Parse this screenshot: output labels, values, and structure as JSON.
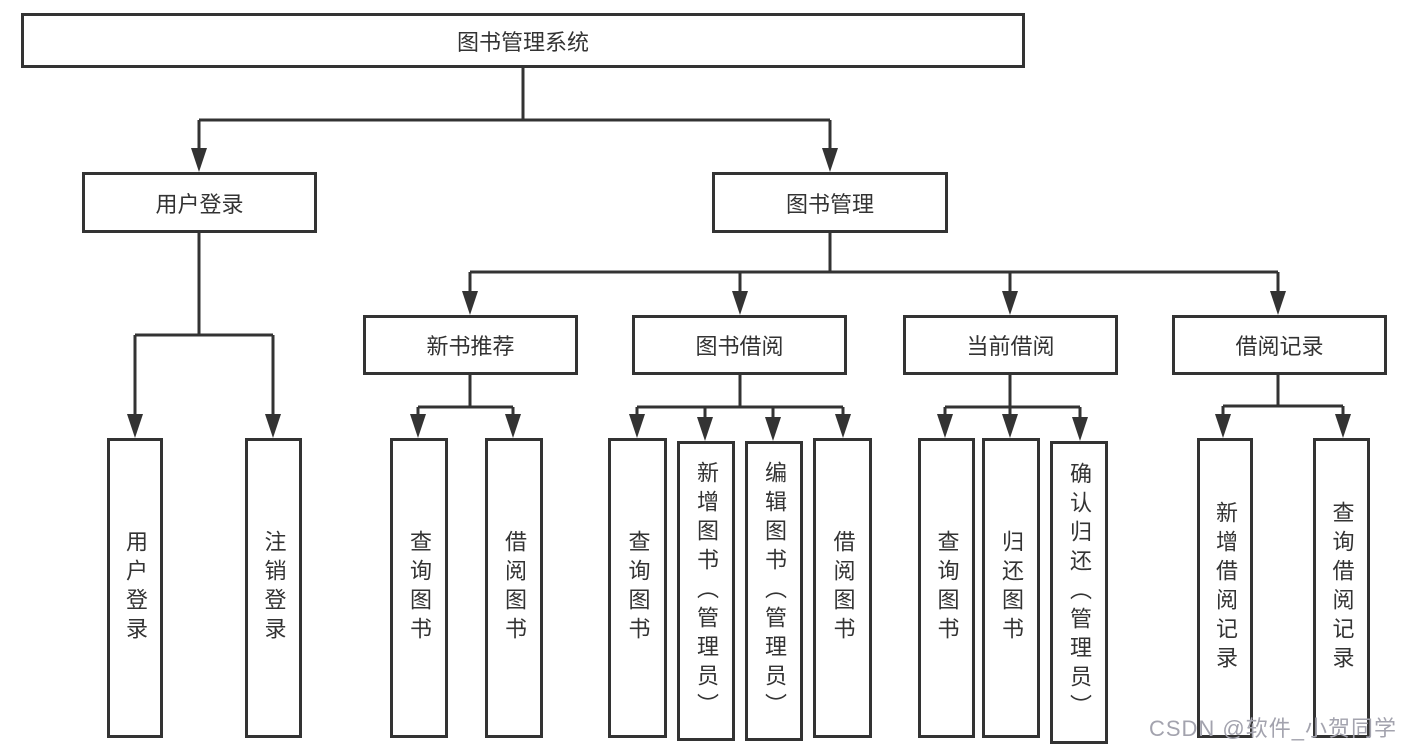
{
  "nodes": {
    "root": "图书管理系统",
    "user_login": "用户登录",
    "book_mgmt": "图书管理",
    "new_book": "新书推荐",
    "book_borrow": "图书借阅",
    "current_borrow": "当前借阅",
    "borrow_record": "借阅记录",
    "ul_login": "用户登录",
    "ul_logout": "注销登录",
    "nb_query": "查询图书",
    "nb_borrow": "借阅图书",
    "bb_query": "查询图书",
    "bb_add": "新增图书（管理员）",
    "bb_edit": "编辑图书（管理员）",
    "bb_borrow": "借阅图书",
    "cb_query": "查询图书",
    "cb_return": "归还图书",
    "cb_confirm": "确认归还（管理员）",
    "br_add": "新增借阅记录",
    "br_query": "查询借阅记录"
  },
  "watermark": "CSDN @软件_小贺同学",
  "colors": {
    "line": "#333333",
    "text": "#333333",
    "watermark": "#a3a3ae",
    "background": "#ffffff"
  }
}
